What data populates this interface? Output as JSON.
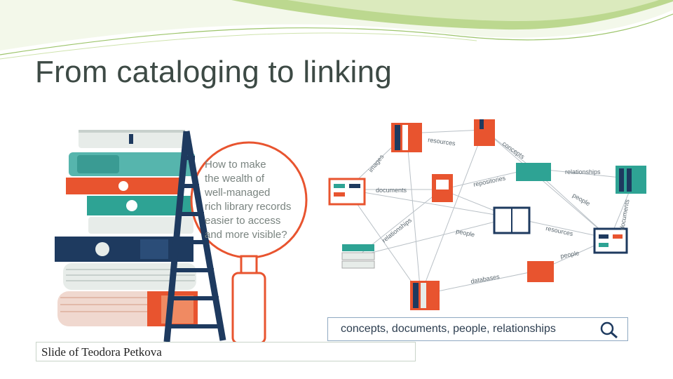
{
  "slide": {
    "title": "From cataloging to linking",
    "caption": "Slide of Teodora Petkova"
  },
  "illustration": {
    "question_lines": [
      "How to make",
      "the wealth of",
      "well-managed",
      "rich library records",
      "easier to access",
      "and more visible?"
    ],
    "edge_labels": [
      "resources",
      "concepts",
      "images",
      "documents",
      "repositories",
      "relationships",
      "people",
      "documents",
      "relationships",
      "people",
      "resources",
      "people",
      "databases"
    ],
    "search_query": "concepts, documents, people, relationships",
    "search_icon": "magnifier-icon"
  },
  "colors": {
    "title": "#3d4a45",
    "accent_orange": "#e8542f",
    "accent_teal": "#2ea394",
    "navy": "#1e3a5f",
    "header_green": "#bcd88f"
  }
}
